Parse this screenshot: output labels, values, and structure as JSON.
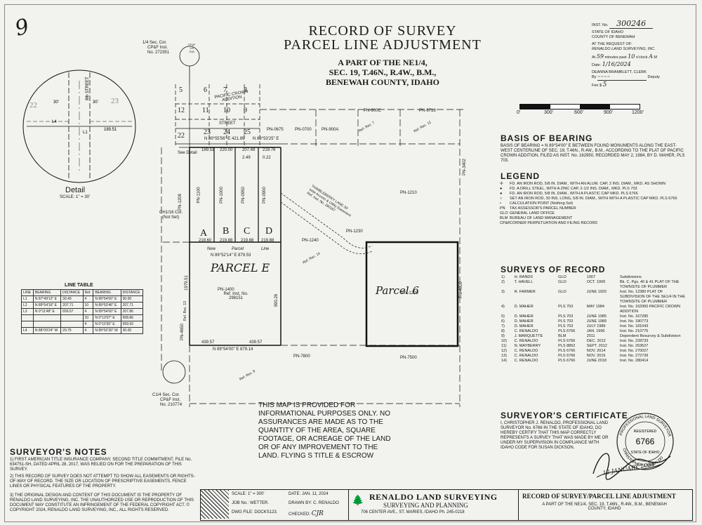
{
  "corner_mark": "9",
  "title": {
    "line1": "RECORD OF SURVEY",
    "line2": "PARCEL LINE ADJUSTMENT",
    "sub1": "A PART OF THE NE1/4,",
    "sub2": "SEC. 19, T.46N., R.4W., B.M.,",
    "sub3": "BENEWAH COUNTY, IDAHO"
  },
  "recording": {
    "inst_no_label": "INST. No.",
    "inst_no": "300246",
    "state": "STATE OF IDAHO",
    "county": "COUNTY OF BENEWAH",
    "request_label": "AT THE REQUEST OF:",
    "requester": "RENALDO LAND SURVEYING, INC.",
    "time_prefix": "At",
    "time_min": "59",
    "time_mid": "minutes past",
    "time_hour": "10",
    "time_suffix": "o'clock",
    "time_ampm": "A",
    "time_end": "M",
    "date_label": "Date:",
    "date_value": "1/16/2024",
    "clerk": "DEANNA BRAMBLETT, CLERK",
    "by_label": "By",
    "deputy": "Deputy",
    "fee_label": "Fee $",
    "fee_value": "5"
  },
  "scale_bar": {
    "ticks": [
      "0'",
      "300'",
      "600'",
      "900'",
      "1200'"
    ]
  },
  "basis": {
    "title": "BASIS OF BEARING",
    "text": "BASIS OF BEARING = N 89°54'00\" E BETWEEN FOUND MONUMENTS ALONG THE EAST-WEST CENTERLINE OF SEC. 19, T.46N., R.4W., B.M., ACCORDING TO THE PLAT OF PACIFIC CROWN ADDITION, FILED AS INST. No. 162950, RECORDED MAY 2, 1984, BY D. MAHER, PLS 703."
  },
  "legend": {
    "title": "LEGEND",
    "items": [
      {
        "sym": "✢",
        "text": "FD. AN IRON ROD, 5/8 IN. DIAM., WITH AN ALUM. CAP, 2 INS. DIAM., MKD. AS SHOWN"
      },
      {
        "sym": "●",
        "text": "FD. A DRILL STEEL, WITH A ZINC CAP, 2-1/2 INS. DIAM., MKD. PLS 703"
      },
      {
        "sym": "●",
        "text": "FD. AN IRON ROD, 5/8 IN. DIAM., WITH A PLASTIC CAP MKD. PLS 6766"
      },
      {
        "sym": "○",
        "text": "SET AN IRON ROD, 30 INS. LONG, 5/8 IN. DIAM., WITH WITH A PLASTIC CAP MKD. PLS 6766"
      },
      {
        "sym": "•",
        "text": "CALCULATION POINT (Nothing Set)"
      },
      {
        "sym": "PN",
        "text": "TAX ASSESSOR'S PARCEL NUMBER"
      },
      {
        "sym": "GLO",
        "text": "GENERAL LAND OFFICE"
      },
      {
        "sym": "BLM",
        "text": "BUREAU OF LAND MANAGEMENT"
      },
      {
        "sym": "CP&F",
        "text": "CORNER PERPETUATION AND FILING RECORD"
      }
    ]
  },
  "surveys": {
    "title": "SURVEYS OF RECORD",
    "rows": [
      [
        "1)",
        "H. RANDS",
        "GLO",
        "1907",
        "Subdivisions"
      ],
      [
        "2)",
        "T. HAVELL",
        "GLO",
        "OCT. 1909",
        "Bk. C, Pgs. 40 & 41 PLAT OF THE TOWNSITE OF PLUMMER"
      ],
      [
        "3)",
        "R. FARMER",
        "GLO",
        "JUNE 1920",
        "Inst. No. 12380 PLAT OF SUBDIVISION OF THE SE1/4 IN THE TOWNSITE OF PLUMMER"
      ],
      [
        "4)",
        "D. MAHER",
        "PLS 703",
        "MAY 1984",
        "Inst. No. 162950 PACIFIC CROWN ADDITION"
      ],
      [
        "5)",
        "D. MAHER",
        "PLS 703",
        "JUNE 1985",
        "Inst. No. 167285"
      ],
      [
        "6)",
        "D. MAHER",
        "PLS 703",
        "JUNE 1989",
        "Inst. No. 180773"
      ],
      [
        "7)",
        "D. MAHER",
        "PLS 703",
        "JULY 1989",
        "Inst. No. 181043"
      ],
      [
        "8)",
        "C. RENALDO",
        "PLS 6766",
        "JAN. 1996",
        "Inst. No. 210775"
      ],
      [
        "9)",
        "J. MARQUETTE",
        "BLM",
        "2011",
        "Dependent Resurvey & Subdivision"
      ],
      [
        "10)",
        "C. RENALDO",
        "PLS 6766",
        "DEC. 2012",
        "Inst. No. 228733"
      ],
      [
        "11)",
        "N. MAYBERRY",
        "PLS 8862",
        "SEPT. 2012",
        "Inst. No. 263627"
      ],
      [
        "12)",
        "C. RENALDO",
        "PLS 6766",
        "NOV. 2014",
        "Inst. No. 270027"
      ],
      [
        "13)",
        "C. RENALDO",
        "PLS 6766",
        "NOV. 2015",
        "Inst. No. 272739"
      ],
      [
        "14)",
        "C. RENALDO",
        "PLS 6766",
        "JUNE 2018",
        "Inst. No. 280414"
      ]
    ]
  },
  "certificate": {
    "title": "SURVEYOR'S CERTIFICATE",
    "text": "I, CHRISTOPHER J. RENALDO, PROFESSIONAL LAND SURVEYOR No. 6766 IN THE STATE OF IDAHO, DO HEREBY CERTIFY THAT THIS MAP CORRECTLY REPRESENTS A SURVEY THAT WAS MADE BY ME OR UNDER MY SUPERVISION IN COMPLIANCE WITH IDAHO CODE FOR SUSAN DICKSON.",
    "seal_top": "PROFESSIONAL LAND SURVEYOR",
    "seal_reg": "REGISTERED",
    "seal_no": "6766",
    "seal_state": "STATE OF IDAHO",
    "seal_name": "CHRISTOPHER J. RENALDO",
    "sig_date": "12 JANUARY 2024"
  },
  "notes": {
    "title": "SURVEYOR'S NOTES",
    "items": [
      "1) FIRST AMERICAN TITLE INSURANCE COMPANY, SECOND TITLE COMMITMENT, FILE No. 634751-SH, DATED APRIL 28, 2017, WAS RELIED ON FOR THE PREPARATION OF THIS SURVEY.",
      "2) THIS RECORD OF SURVEY DOES NOT ATTEMPT TO SHOW ALL EASEMENTS OR RIGHTS-OF-WAY OF RECORD. THE SIZE OR LOCATION OF PRESCRIPTIVE EASEMENTS, FENCE LINES OR PHYSICAL FEATURES OF THE PROPERTY.",
      "3) THE ORIGINAL DESIGN AND CONTENT OF THIS DOCUMENT IS THE PROPERTY OF RENALDO LAND SURVEYING, INC. THE UNAUTHORIZED USE OR REPRODUCTION OF THIS DOCUMENT MAY CONSTITUTE AN INFRINGEMENT OF THE FEDERAL COPYRIGHT ACT. © COPYRIGHT 2024, RENALDO LAND SURVEYING, INC., ALL RIGHTS RESERVED."
    ]
  },
  "disclaimer": "THIS MAP IS PROVIDED FOR INFORMATIONAL PURPOSES ONLY. NO ASSURANCES ARE MADE AS TO THE QUANTITY OF THE AREA, SQUARE FOOTAGE, OR ACREAGE OF THE LAND OR OF ANY IMPROVEMENT TO THE LAND. FLYING S TITLE & ESCROW",
  "line_table": {
    "title": "LINE TABLE",
    "headers": [
      "LINE",
      "BEARING",
      "DISTANCE",
      "Ref.",
      "BEARING",
      "DISTANCE"
    ],
    "rows": [
      [
        "L1",
        "N 87°49'12\" E",
        "30.49",
        "4",
        "N 89°54'00\" E",
        "30.00"
      ],
      [
        "L2",
        "N 89°54'16\" E",
        "207.71",
        "10",
        "N 89°53'46\" E",
        "207.71"
      ],
      [
        "L3",
        "N 0°11'48\" E",
        "659.57",
        "4",
        "N 89°54'00\" E",
        "207.86"
      ],
      [
        "",
        "",
        "",
        "10",
        "N 0°13'07\" E",
        "658.86"
      ],
      [
        "",
        "",
        "",
        "4",
        "N 0°10'30\" E",
        "659.93"
      ],
      [
        "L4",
        "N 88°09'24\" W",
        "29.75",
        "4",
        "N 89°52'30\" W",
        "30.00"
      ]
    ]
  },
  "detail": {
    "label": "Detail",
    "scale": "SCALE: 1\" = 30'",
    "street": "8th STREET",
    "left_num": "22",
    "right_num": "23",
    "dist1": "30'",
    "dist2": "30'",
    "l4": "L4",
    "l1": "L1",
    "dist3": "189.51"
  },
  "map": {
    "quarter_cor": "1/4 Sec. Cor.",
    "quarter_cpf": "CP&F Inst.",
    "quarter_no": "No. 272351",
    "c14_cor": "C1/4 Sec. Cor.",
    "c14_cpf": "CP&F Inst.",
    "c14_no": "No. 210774",
    "chl6": "CH1/16 Cor.",
    "not_set": "(Not Set)",
    "see_detail": "See Detail",
    "pacific": "PACIFIC CROWN ADDITION",
    "street": "STREET",
    "blocks": [
      "5",
      "6",
      "7",
      "8",
      "12",
      "11",
      "10",
      "9",
      "22",
      "23",
      "24",
      "25"
    ],
    "parcels": [
      "A",
      "B",
      "C",
      "D"
    ],
    "parcel_e": "PARCEL E",
    "parcel_6": "Parcel 6",
    "new_line": "New",
    "parcel_line": "Parcel",
    "line_word": "Line",
    "pn": [
      "PN-0675",
      "PN-0700",
      "PN-900A",
      "PN-900C",
      "PN-6718",
      "PN-3402",
      "PN-1210",
      "PN-1230",
      "PN-1240",
      "PN-1220",
      "PN-1400",
      "PN-4650",
      "PN-7800",
      "PN-7500",
      "PN-4000",
      "PN-1208",
      "PN-1100",
      "PN-1000",
      "PN-0950",
      "PN-0900"
    ],
    "top_bearing": "N 89°55'56\" E 421.89",
    "top_bearing2": "N 89°53'25\" E",
    "dims_top": [
      "189.51",
      "220.00",
      "207.49",
      "219.76"
    ],
    "dims_top2": [
      "2.49",
      "0.22"
    ],
    "dims_mid": [
      "219.60",
      "219.88",
      "219.88",
      "219.88"
    ],
    "mid_bearing": "N 89°52'14\" E 879.53",
    "bot_bearing": "N 89°54'00\" E 879.14",
    "bot_dims": [
      "439.57",
      "439.57"
    ],
    "east_dim": "990.26",
    "west_dim": "1979.51",
    "easement": "THIMBLEBERRY LANE 30' wide Access & Utility Easement Ref. Inst. No. 280187",
    "ref_inst": "Ref. Inst. No. 298151",
    "refs": [
      "Ref. Rec. 7",
      "Ref. Rec. 12",
      "Ref. Rec. 14",
      "Ref. Rec. 13",
      "Ref. Rec. 8"
    ]
  },
  "title_block": {
    "scale": "SCALE: 1\" = 300'",
    "date": "DATE: JAN. 11, 2024",
    "job": "JOB No.: WETTER.",
    "drawn": "DRAWN BY: C. RENALDO",
    "dwg": "DWG FILE: DOCKS123.",
    "checked": "CHECKED:",
    "checked_init": "CJR",
    "firm": "RENALDO LAND SURVEYING",
    "firm2": "SURVEYING AND PLANNING",
    "address": "706 CENTER AVE., ST. MARIES, IDAHO Ph. 245-0218",
    "rec_title": "RECORD OF SURVEY/PARCEL LINE ADJUSTMENT",
    "rec_sub": "A PART OF THE NE1/4, SEC. 19, T.46N., R.4W., B.M., BENEWAH COUNTY, IDAHO"
  }
}
